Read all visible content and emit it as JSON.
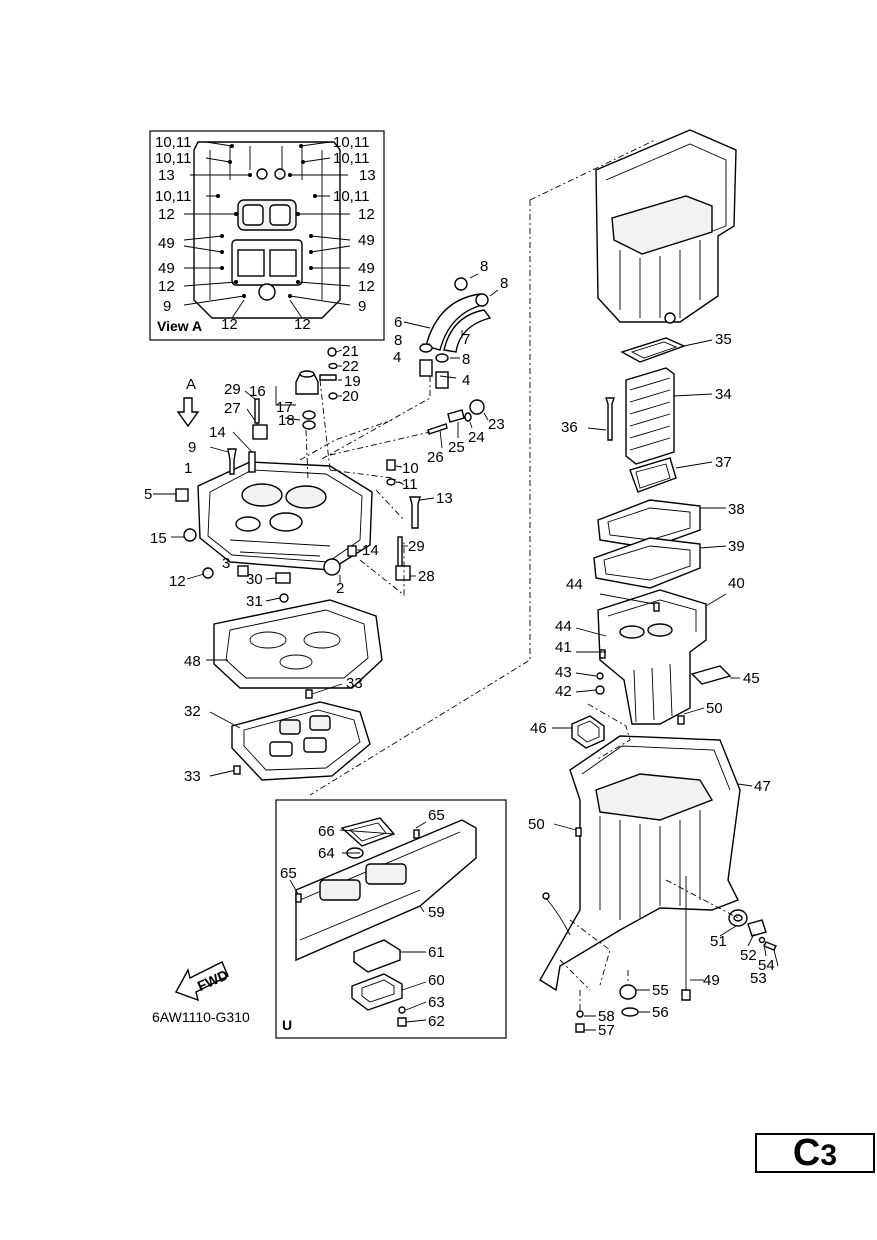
{
  "diagram": {
    "drawing_code": "6AW1110-G310",
    "page_tag_letter": "C",
    "page_tag_number": "3",
    "view_a_label": "View A",
    "view_a_arrow_label": "A",
    "inset_u_label": "U",
    "fwd_label": "FWD",
    "view_a_callouts": {
      "l1": "10,11",
      "l2": "10,11",
      "l3": "13",
      "l4": "10,11",
      "l5": "12",
      "l6": "49",
      "l7": "49",
      "l8": "12",
      "l9": "9",
      "l10": "12",
      "r1": "10,11",
      "r2": "10,11",
      "r3": "13",
      "r4": "10,11",
      "r5": "12",
      "r6": "49",
      "r7": "49",
      "r8": "12",
      "r9": "9",
      "r10": "12"
    },
    "parts": {
      "p1": "1",
      "p2": "2",
      "p3": "3",
      "p4a": "4",
      "p4b": "4",
      "p5": "5",
      "p6": "6",
      "p7": "7",
      "p8a": "8",
      "p8b": "8",
      "p8c": "8",
      "p8d": "8",
      "p9": "9",
      "p10": "10",
      "p11": "11",
      "p12": "12",
      "p13": "13",
      "p14a": "14",
      "p14b": "14",
      "p15": "15",
      "p16": "16",
      "p17": "17",
      "p18": "18",
      "p19": "19",
      "p20": "20",
      "p21": "21",
      "p22": "22",
      "p23": "23",
      "p24": "24",
      "p25": "25",
      "p26": "26",
      "p27": "27",
      "p28": "28",
      "p29a": "29",
      "p29b": "29",
      "p30": "30",
      "p31": "31",
      "p32": "32",
      "p33a": "33",
      "p33b": "33",
      "p34": "34",
      "p35": "35",
      "p36": "36",
      "p37": "37",
      "p38": "38",
      "p39": "39",
      "p40": "40",
      "p41": "41",
      "p42": "42",
      "p43": "43",
      "p44a": "44",
      "p44b": "44",
      "p45": "45",
      "p46": "46",
      "p47": "47",
      "p48": "48",
      "p49": "49",
      "p50a": "50",
      "p50b": "50",
      "p51": "51",
      "p52": "52",
      "p53": "53",
      "p54": "54",
      "p55": "55",
      "p56": "56",
      "p57": "57",
      "p58": "58",
      "p59": "59",
      "p60": "60",
      "p61": "61",
      "p62": "62",
      "p63": "63",
      "p64": "64",
      "p65a": "65",
      "p65b": "65",
      "p66": "66"
    }
  }
}
